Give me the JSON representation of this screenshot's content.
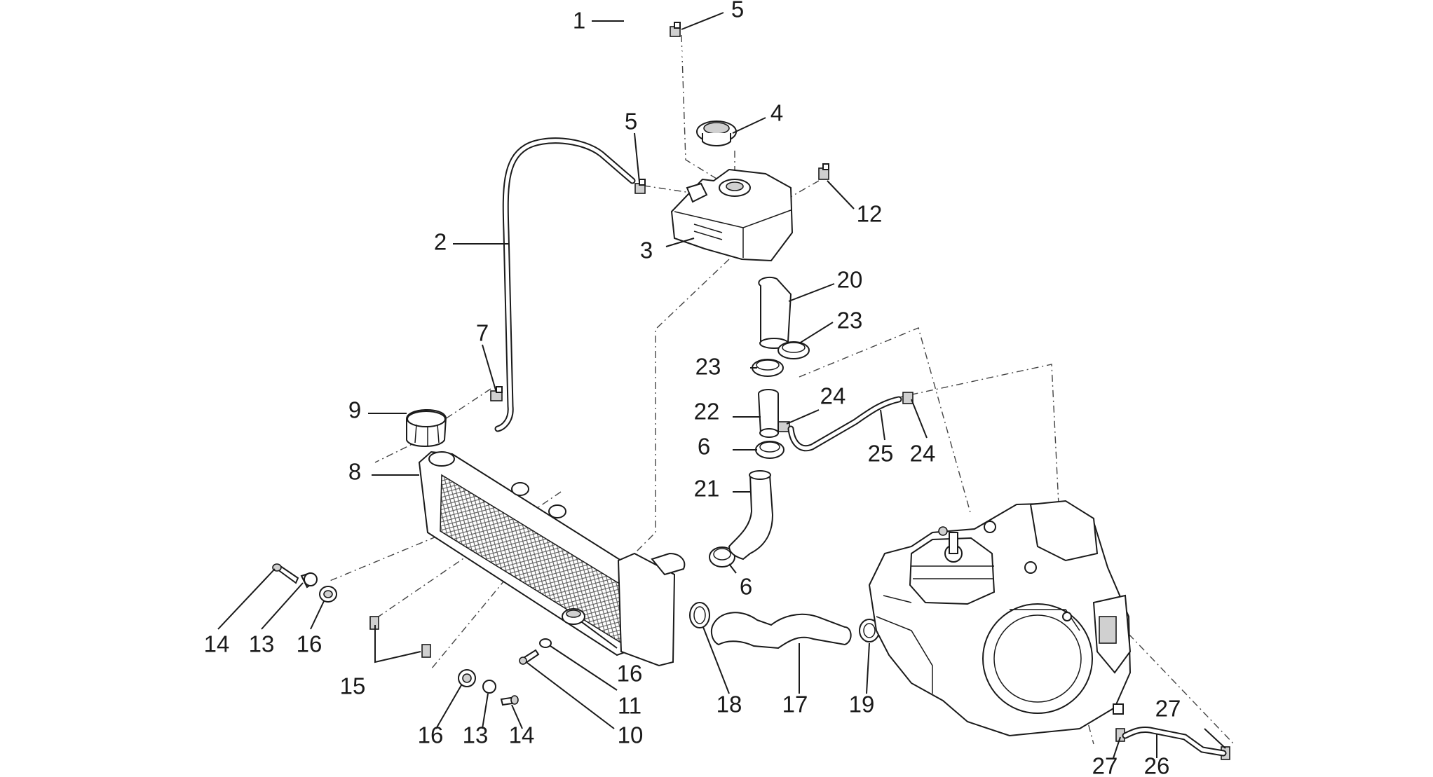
{
  "diagram": {
    "callouts": [
      {
        "id": "c1",
        "text": "1"
      },
      {
        "id": "c5a",
        "text": "5"
      },
      {
        "id": "c4",
        "text": "4"
      },
      {
        "id": "c5b",
        "text": "5"
      },
      {
        "id": "c12",
        "text": "12"
      },
      {
        "id": "c2",
        "text": "2"
      },
      {
        "id": "c3",
        "text": "3"
      },
      {
        "id": "c20",
        "text": "20"
      },
      {
        "id": "c23a",
        "text": "23"
      },
      {
        "id": "c23b",
        "text": "23"
      },
      {
        "id": "c7",
        "text": "7"
      },
      {
        "id": "c24a",
        "text": "24"
      },
      {
        "id": "c22",
        "text": "22"
      },
      {
        "id": "c9",
        "text": "9"
      },
      {
        "id": "c6a",
        "text": "6"
      },
      {
        "id": "c25",
        "text": "25"
      },
      {
        "id": "c24b",
        "text": "24"
      },
      {
        "id": "c8",
        "text": "8"
      },
      {
        "id": "c21",
        "text": "21"
      },
      {
        "id": "c6b",
        "text": "6"
      },
      {
        "id": "c14a",
        "text": "14"
      },
      {
        "id": "c13a",
        "text": "13"
      },
      {
        "id": "c16a",
        "text": "16"
      },
      {
        "id": "c16b",
        "text": "16"
      },
      {
        "id": "c15",
        "text": "15"
      },
      {
        "id": "c18",
        "text": "18"
      },
      {
        "id": "c17",
        "text": "17"
      },
      {
        "id": "c19",
        "text": "19"
      },
      {
        "id": "c11",
        "text": "11"
      },
      {
        "id": "c27a",
        "text": "27"
      },
      {
        "id": "c16c",
        "text": "16"
      },
      {
        "id": "c13b",
        "text": "13"
      },
      {
        "id": "c14b",
        "text": "14"
      },
      {
        "id": "c10",
        "text": "10"
      },
      {
        "id": "c27b",
        "text": "27"
      },
      {
        "id": "c26",
        "text": "26"
      }
    ]
  }
}
